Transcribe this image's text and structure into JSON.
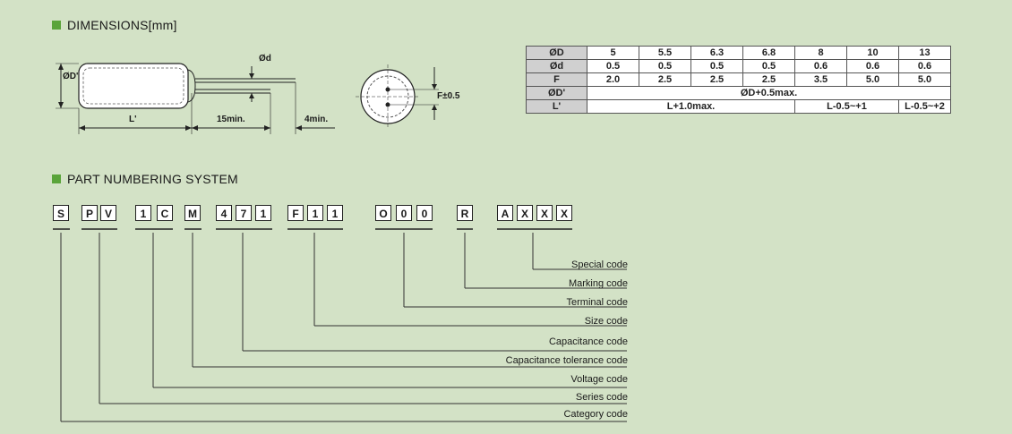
{
  "dimensions": {
    "title": "DIMENSIONS[mm]",
    "drawing_labels": {
      "od": "ØD'",
      "d_wire": "Ød",
      "l": "L'",
      "l15": "15min.",
      "l4": "4min.",
      "f": "F±0.5"
    },
    "table": {
      "rows": [
        [
          "ØD",
          "5",
          "5.5",
          "6.3",
          "6.8",
          "8",
          "10",
          "13"
        ],
        [
          "Ød",
          "0.5",
          "0.5",
          "0.5",
          "0.5",
          "0.6",
          "0.6",
          "0.6"
        ],
        [
          "F",
          "2.0",
          "2.5",
          "2.5",
          "2.5",
          "3.5",
          "5.0",
          "5.0"
        ]
      ],
      "od_prime": {
        "label": "ØD'",
        "value": "ØD+0.5max."
      },
      "l_prime": {
        "label": "L'",
        "v1": "L+1.0max.",
        "v2": "L-0.5~+1",
        "v3": "L-0.5~+2"
      }
    }
  },
  "part_numbering": {
    "title": "PART NUMBERING SYSTEM",
    "boxes": [
      "S",
      "P",
      "V",
      "1",
      "C",
      "M",
      "4",
      "7",
      "1",
      "F",
      "1",
      "1",
      "O",
      "0",
      "0",
      "R",
      "A",
      "X",
      "X",
      "X"
    ],
    "labels": [
      "Special code",
      "Marking code",
      "Terminal code",
      "Size code",
      "Capacitance code",
      "Capacitance tolerance code",
      "Voltage code",
      "Series code",
      "Category code"
    ]
  },
  "colors": {
    "background": "#d3e2c6",
    "accent": "#5aa43a"
  }
}
